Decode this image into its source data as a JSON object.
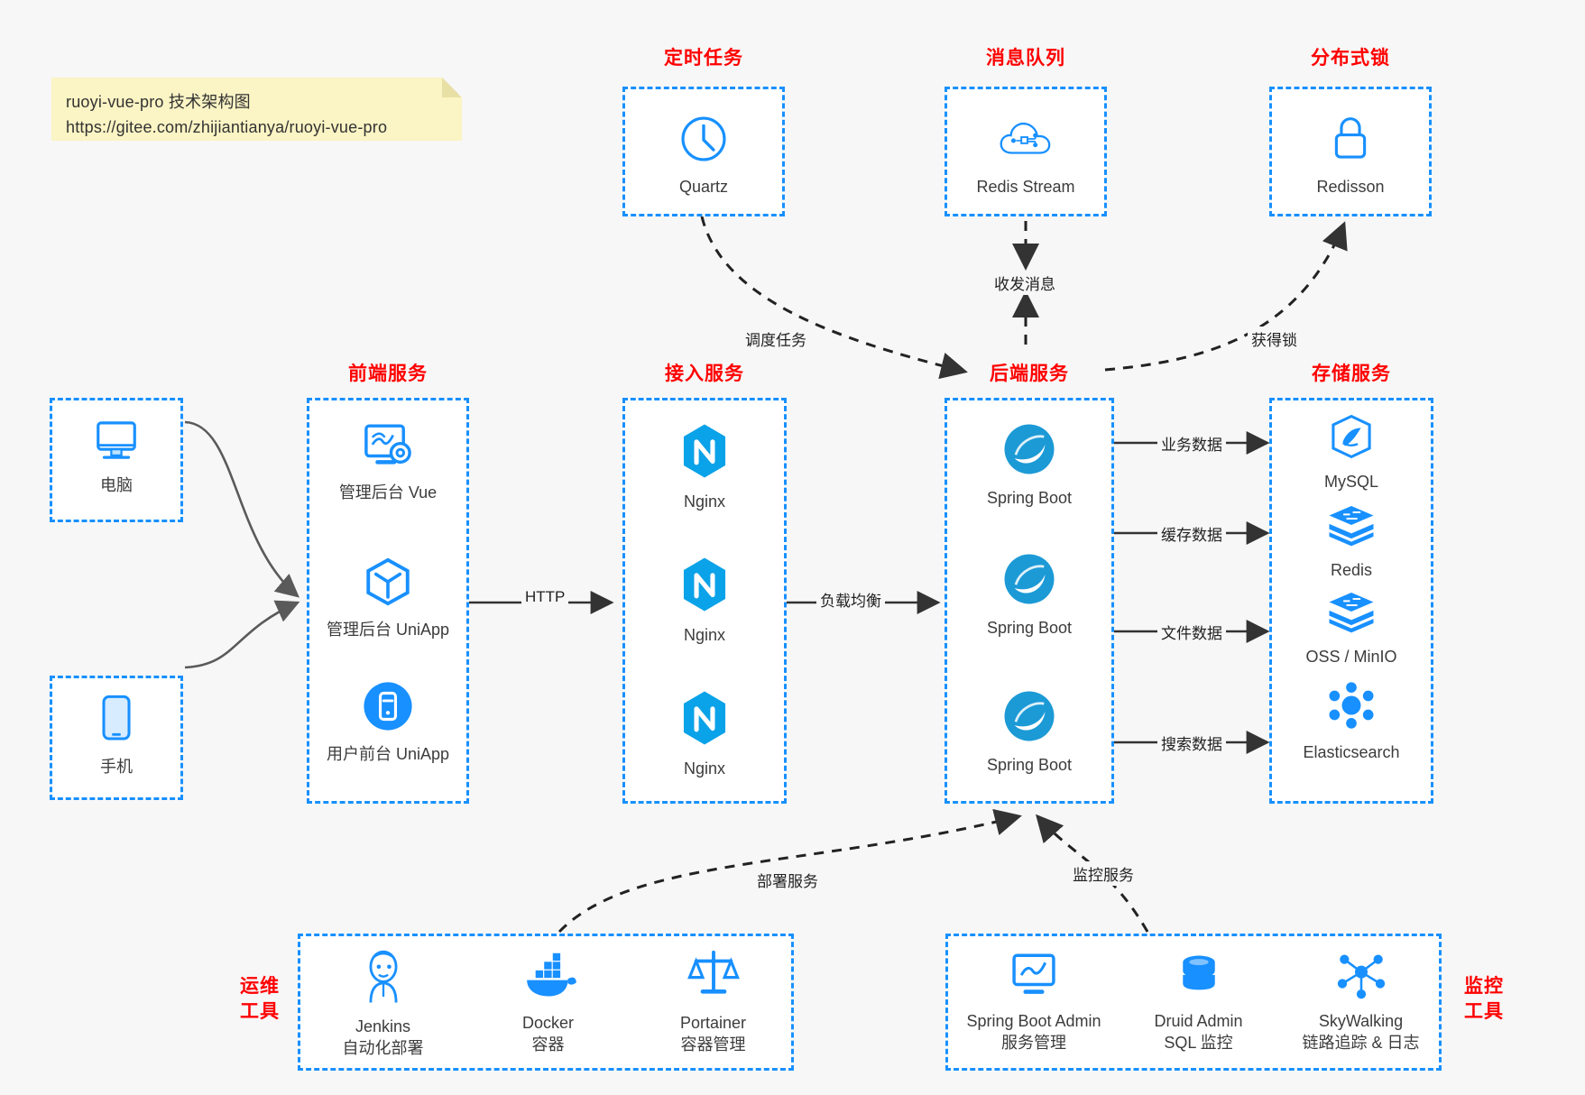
{
  "note": {
    "line1": "ruoyi-vue-pro 技术架构图",
    "line2": "https://gitee.com/zhijiantianya/ruoyi-vue-pro"
  },
  "colors": {
    "accent": "#1890ff",
    "caption": "#ff0000",
    "edge": "#333333",
    "bg": "#f7f7f7",
    "note_bg": "#fbf4c4"
  },
  "captions": {
    "scheduled_task": "定时任务",
    "message_queue": "消息队列",
    "distributed_lock": "分布式锁",
    "frontend_service": "前端服务",
    "access_service": "接入服务",
    "backend_service": "后端服务",
    "storage_service": "存储服务",
    "devops_tools_l1": "运维",
    "devops_tools_l2": "工具",
    "monitor_tools_l1": "监控",
    "monitor_tools_l2": "工具"
  },
  "top_boxes": [
    {
      "caption": "定时任务",
      "icon": "clock-icon",
      "label": "Quartz"
    },
    {
      "caption": "消息队列",
      "icon": "cloud-stream-icon",
      "label": "Redis Stream"
    },
    {
      "caption": "分布式锁",
      "icon": "lock-icon",
      "label": "Redisson"
    }
  ],
  "clients": [
    {
      "icon": "desktop-icon",
      "label": "电脑"
    },
    {
      "icon": "mobile-icon",
      "label": "手机"
    }
  ],
  "frontend": {
    "caption": "前端服务",
    "items": [
      {
        "icon": "dashboard-vue-icon",
        "label": "管理后台 Vue"
      },
      {
        "icon": "cube-uniapp-icon",
        "label": "管理后台 UniApp"
      },
      {
        "icon": "app-uniapp-icon",
        "label": "用户前台 UniApp"
      }
    ]
  },
  "access": {
    "caption": "接入服务",
    "items": [
      {
        "icon": "nginx-icon",
        "label": "Nginx"
      },
      {
        "icon": "nginx-icon",
        "label": "Nginx"
      },
      {
        "icon": "nginx-icon",
        "label": "Nginx"
      }
    ]
  },
  "backend": {
    "caption": "后端服务",
    "items": [
      {
        "icon": "spring-boot-icon",
        "label": "Spring Boot"
      },
      {
        "icon": "spring-boot-icon",
        "label": "Spring Boot"
      },
      {
        "icon": "spring-boot-icon",
        "label": "Spring Boot"
      }
    ]
  },
  "storage": {
    "caption": "存储服务",
    "items": [
      {
        "icon": "mysql-icon",
        "label": "MySQL"
      },
      {
        "icon": "redis-icon",
        "label": "Redis"
      },
      {
        "icon": "oss-minio-icon",
        "label": "OSS / MinIO"
      },
      {
        "icon": "elasticsearch-icon",
        "label": "Elasticsearch"
      }
    ]
  },
  "devops": {
    "caption_l1": "运维",
    "caption_l2": "工具",
    "items": [
      {
        "icon": "jenkins-icon",
        "label": "Jenkins",
        "sub": "自动化部署"
      },
      {
        "icon": "docker-icon",
        "label": "Docker",
        "sub": "容器"
      },
      {
        "icon": "portainer-icon",
        "label": "Portainer",
        "sub": "容器管理"
      }
    ]
  },
  "monitor": {
    "caption_l1": "监控",
    "caption_l2": "工具",
    "items": [
      {
        "icon": "spring-boot-admin-icon",
        "label": "Spring Boot Admin",
        "sub": "服务管理"
      },
      {
        "icon": "druid-icon",
        "label": "Druid Admin",
        "sub": "SQL 监控"
      },
      {
        "icon": "skywalking-icon",
        "label": "SkyWalking",
        "sub": "链路追踪 & 日志"
      }
    ]
  },
  "edges": {
    "http": "HTTP",
    "load_balance": "负载均衡",
    "schedule_task": "调度任务",
    "send_receive_message": "收发消息",
    "acquire_lock": "获得锁",
    "business_data": "业务数据",
    "cache_data": "缓存数据",
    "file_data": "文件数据",
    "search_data": "搜索数据",
    "deploy_service": "部署服务",
    "monitor_service": "监控服务"
  }
}
